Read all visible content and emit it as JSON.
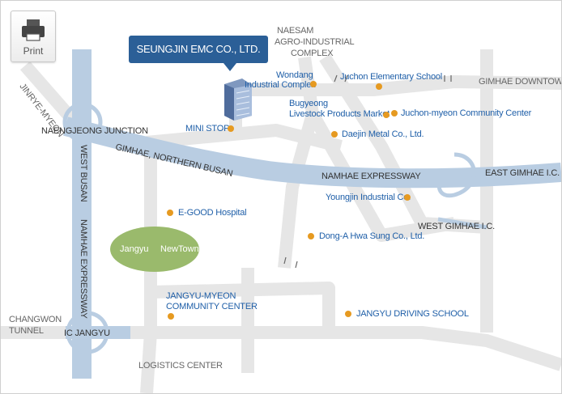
{
  "print_button": {
    "label": "Print"
  },
  "company": {
    "name": "SEUNGJIN EMC CO., LTD."
  },
  "areas": {
    "newtown_left": "Jangyu",
    "newtown_right": "NewTown"
  },
  "roads": {
    "naengjeong_junction": "NAENGJEONG JUNCTION",
    "gimhae_northern_busan": "GIMHAE, NORTHERN BUSAN",
    "namhae_expressway": "NAMHAE EXPRESSWAY",
    "east_gimhae_ic": "EAST GIMHAE I.C.",
    "west_gimhae_ic": "WEST GIMHAE I.C.",
    "gimhae_downtown": "GIMHAE DOWNTOWN",
    "west_busan": "WEST BUSAN",
    "namhae_expressway_vertical": "NAMHAE EXPRESSWAY",
    "jinrye_myeon": "JINRYE-MYEON",
    "changwon_tunnel_line1": "CHANGWON",
    "changwon_tunnel_line2": "TUNNEL",
    "ic_jangyu": "IC JANGYU",
    "logistics_center": "LOGISTICS CENTER",
    "naesam_line1": "NAESAM",
    "naesam_line2": "AGRO-INDUSTRIAL",
    "naesam_line3": "COMPLEX"
  },
  "places": {
    "wondang_line1": "Wondang",
    "wondang_line2": "Industrial Complex",
    "juchon_elementary": "Juchon Elementary School",
    "bugyeong_line1": "Bugyeong",
    "bugyeong_line2": "Livestock Products Market",
    "juchon_community": "Juchon-myeon Community Center",
    "daejin_metal": "Daejin Metal Co., Ltd.",
    "mini_stop": "MINI STOP",
    "youngjin_industrial": "Youngjin Industrial Co.",
    "egood_hospital": "E-GOOD Hospital",
    "dong_a_hwa_sung": "Dong-A Hwa Sung Co., Ltd.",
    "jangyu_community_line1": "JANGYU-MYEON",
    "jangyu_community_line2": "COMMUNITY CENTER",
    "jangyu_driving_school": "JANGYU DRIVING SCHOOL"
  },
  "colors": {
    "highway": "#b9cde2",
    "local_road": "#e8e8e8",
    "callout": "#2b5f97",
    "marker": "#e69a21",
    "newtown": "#9aba6c",
    "label_blue": "#1f5fa8"
  },
  "icons": {
    "print": "printer-icon",
    "company_building": "office-building-icon",
    "place_marker": "orange-dot-marker"
  }
}
